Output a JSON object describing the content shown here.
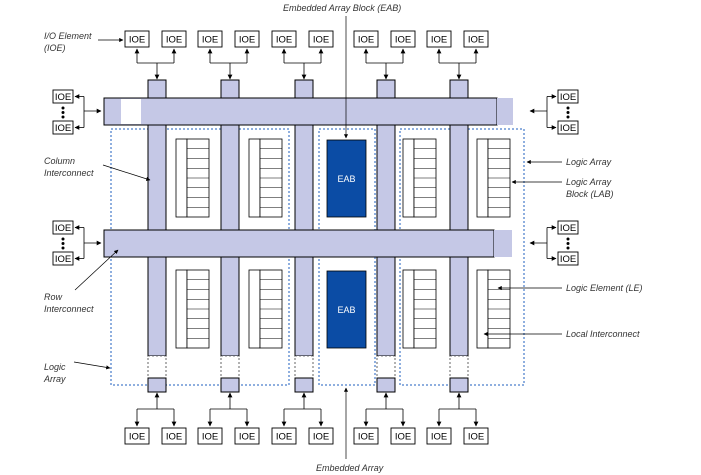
{
  "labels": {
    "io_element": [
      "I/O Element",
      "(IOE)"
    ],
    "embedded_array_block": "Embedded Array Block (EAB)",
    "column_interconnect": [
      "Column",
      "Interconnect"
    ],
    "row_interconnect": [
      "Row",
      "Interconnect"
    ],
    "logic_array_left": [
      "Logic",
      "Array"
    ],
    "logic_array_right": "Logic Array",
    "logic_array_block": [
      "Logic Array",
      "Block (LAB)"
    ],
    "logic_element": "Logic Element (LE)",
    "local_interconnect": "Local Interconnect",
    "embedded_array": "Embedded Array"
  },
  "ioe_label": "IOE",
  "eab_label": "EAB",
  "colors": {
    "interconnect": "#c5c8e6",
    "eab": "#0b4ca5",
    "dotted_border": "#1f5fbf",
    "line": "#000000"
  }
}
